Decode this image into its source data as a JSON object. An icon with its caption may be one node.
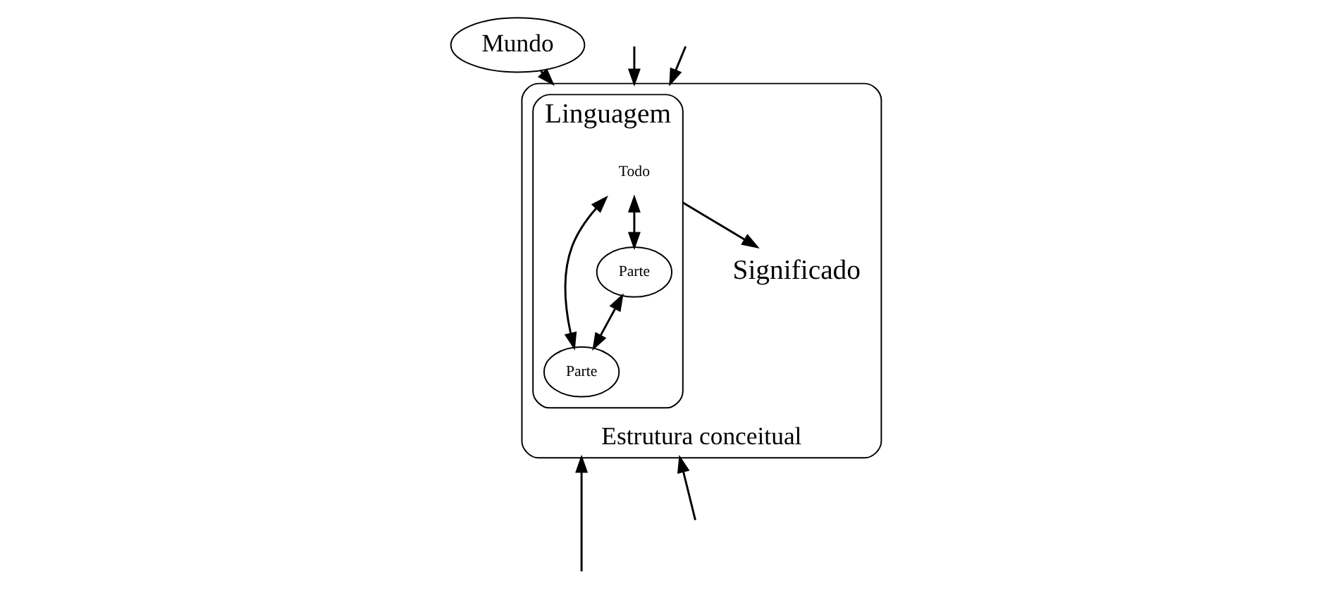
{
  "diagram": {
    "nodes": [
      {
        "text": [
          "Mundo"
        ]
      },
      {
        "text": [
          "Estrutura conceitual"
        ]
      },
      {
        "text": [
          "Linguagem"
        ],
        "in": 1
      },
      {
        "text": [
          "Todo"
        ],
        "in": 2
      },
      {
        "text": [
          "Parte"
        ],
        "in": 2
      },
      {
        "text": [
          "Parte"
        ],
        "in": 2
      },
      {
        "text": [
          "Significado"
        ],
        "in": 1
      }
    ],
    "edges": [
      {
        "from": 0,
        "to": 1,
        "arrow": "to"
      },
      {
        "from": null,
        "to": 1,
        "arrow": "to"
      },
      {
        "from": null,
        "to": 1,
        "arrow": "to"
      },
      {
        "from": 3,
        "to": 4,
        "arrow": "both"
      },
      {
        "from": 3,
        "to": 5,
        "arrow": "both"
      },
      {
        "from": 4,
        "to": 5,
        "arrow": "both"
      },
      {
        "from": 2,
        "to": 6,
        "arrow": "to"
      },
      {
        "from": null,
        "to": 1,
        "arrow": "to"
      },
      {
        "from": null,
        "to": 1,
        "arrow": "to"
      }
    ]
  }
}
